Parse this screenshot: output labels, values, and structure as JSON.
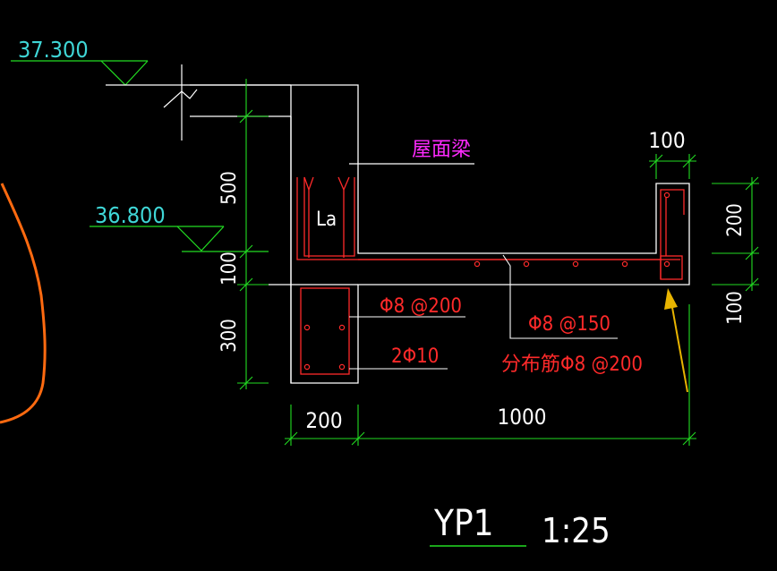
{
  "levels": {
    "top": "37.300",
    "lower": "36.800"
  },
  "labels": {
    "roof_beam": "屋面梁",
    "anchorage": "La",
    "stirrup": "Φ8 @200",
    "bottom_bars": "2Φ10",
    "slab_bars": "Φ8 @150",
    "distribution_bars": "分布筋Φ8 @200"
  },
  "dimensions": {
    "beam_upper": "500",
    "beam_mid": "100",
    "beam_lower": "300",
    "beam_width": "200",
    "cantilever_length": "1000",
    "upturn_width": "100",
    "upturn_height": "200",
    "slab_thickness": "100"
  },
  "title": {
    "name": "YP1",
    "scale": "1:25"
  },
  "colors": {
    "outline": "#ffffff",
    "rebar": "#ff2a2a",
    "dimension": "#22dd22",
    "level_text": "#3fd6d6",
    "beam_label": "#ff2aff",
    "contour": "#ff6a10",
    "arrow": "#e8b400"
  }
}
